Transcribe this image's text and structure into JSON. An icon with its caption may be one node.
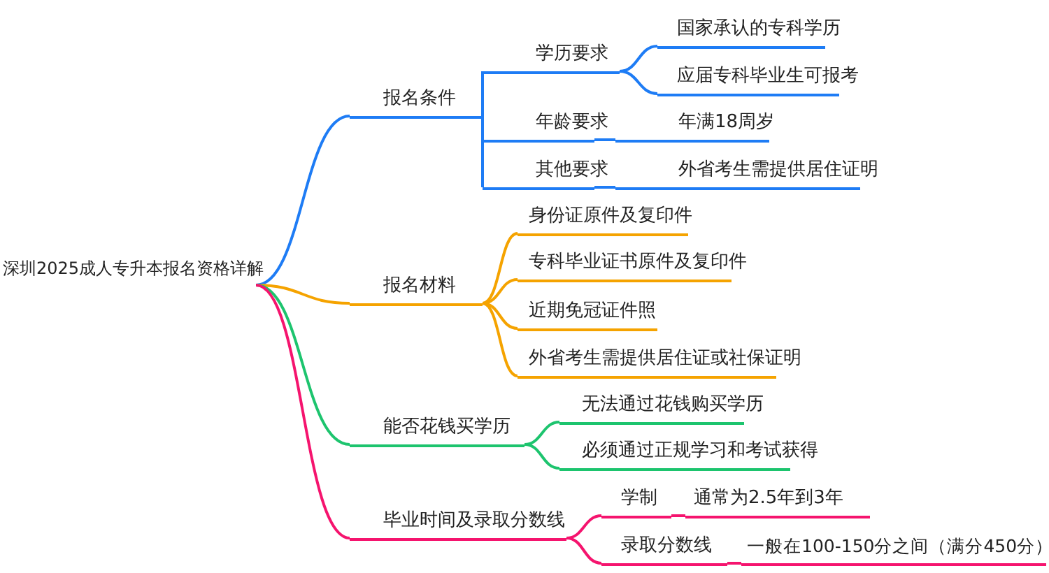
{
  "diagram": {
    "nodes": [
      {
        "text": [
          "深圳2025成人专升本报名资格详解"
        ]
      },
      {
        "text": [
          "报名条件"
        ]
      },
      {
        "text": [
          "学历要求"
        ]
      },
      {
        "text": [
          "国家承认的专科学历"
        ]
      },
      {
        "text": [
          "应届专科毕业生可报考"
        ]
      },
      {
        "text": [
          "年龄要求"
        ]
      },
      {
        "text": [
          "年满18周岁"
        ]
      },
      {
        "text": [
          "其他要求"
        ]
      },
      {
        "text": [
          "外省考生需提供居住证明"
        ]
      },
      {
        "text": [
          "报名材料"
        ]
      },
      {
        "text": [
          "身份证原件及复印件"
        ]
      },
      {
        "text": [
          "专科毕业证书原件及复印件"
        ]
      },
      {
        "text": [
          "近期免冠证件照"
        ]
      },
      {
        "text": [
          "外省考生需提供居住证或社保证明"
        ]
      },
      {
        "text": [
          "能否花钱买学历"
        ]
      },
      {
        "text": [
          "无法通过花钱购买学历"
        ]
      },
      {
        "text": [
          "必须通过正规学习和考试获得"
        ]
      },
      {
        "text": [
          "毕业时间及录取分数线"
        ]
      },
      {
        "text": [
          "学制"
        ]
      },
      {
        "text": [
          "通常为2.5年到3年"
        ]
      },
      {
        "text": [
          "录取分数线"
        ]
      },
      {
        "text": [
          "一般在100-150分之间（满分450分）"
        ]
      }
    ],
    "edges": [
      {
        "from": 0,
        "to": 1,
        "arrow": "none"
      },
      {
        "from": 1,
        "to": 2,
        "arrow": "none"
      },
      {
        "from": 2,
        "to": 3,
        "arrow": "none"
      },
      {
        "from": 2,
        "to": 4,
        "arrow": "none"
      },
      {
        "from": 1,
        "to": 5,
        "arrow": "none"
      },
      {
        "from": 5,
        "to": 6,
        "arrow": "none"
      },
      {
        "from": 1,
        "to": 7,
        "arrow": "none"
      },
      {
        "from": 7,
        "to": 8,
        "arrow": "none"
      },
      {
        "from": 0,
        "to": 9,
        "arrow": "none",
        "color": "#f5a300"
      },
      {
        "from": 9,
        "to": 10,
        "arrow": "none",
        "color": "#f5a300"
      },
      {
        "from": 9,
        "to": 11,
        "arrow": "none",
        "color": "#f5a300"
      },
      {
        "from": 9,
        "to": 12,
        "arrow": "none",
        "color": "#f5a300"
      },
      {
        "from": 9,
        "to": 13,
        "arrow": "none",
        "color": "#f5a300"
      },
      {
        "from": 0,
        "to": 14,
        "arrow": "none",
        "color": "#1dc46e"
      },
      {
        "from": 14,
        "to": 15,
        "arrow": "none",
        "color": "#1dc46e"
      },
      {
        "from": 14,
        "to": 16,
        "arrow": "none",
        "color": "#1dc46e"
      },
      {
        "from": 0,
        "to": 17,
        "arrow": "none",
        "color": "#f5146e"
      },
      {
        "from": 17,
        "to": 18,
        "arrow": "none",
        "color": "#f5146e"
      },
      {
        "from": 18,
        "to": 19,
        "arrow": "none",
        "color": "#f5146e"
      },
      {
        "from": 17,
        "to": 20,
        "arrow": "none",
        "color": "#f5146e"
      },
      {
        "from": 20,
        "to": 21,
        "arrow": "none",
        "color": "#f5146e"
      }
    ]
  }
}
